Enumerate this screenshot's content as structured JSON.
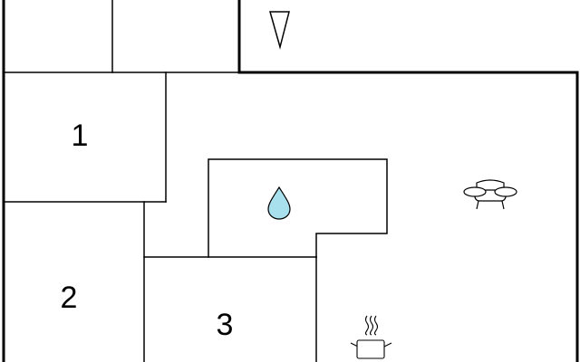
{
  "floor_plan": {
    "rooms": [
      {
        "id": "room-1",
        "label": "1"
      },
      {
        "id": "room-2",
        "label": "2"
      },
      {
        "id": "room-3",
        "label": "3"
      }
    ],
    "icons": [
      {
        "name": "north-arrow-icon",
        "color": "#ffffff"
      },
      {
        "name": "water-drop-icon",
        "color": "#a8e0ee"
      },
      {
        "name": "sofa-icon",
        "color": "#ffffff"
      },
      {
        "name": "cooking-pot-icon",
        "color": "#ffffff"
      }
    ]
  }
}
